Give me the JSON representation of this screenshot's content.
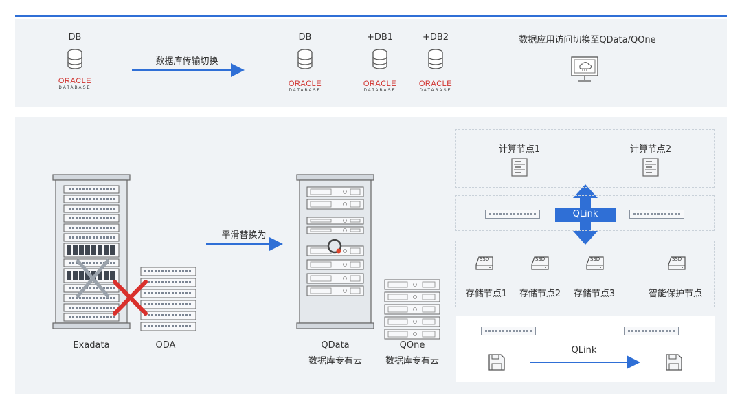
{
  "top": {
    "source_db_label": "DB",
    "transfer_label": "数据库传输切换",
    "targets": [
      {
        "label": "DB"
      },
      {
        "label": "+DB1"
      },
      {
        "label": "+DB2"
      }
    ],
    "oracle_brand": "ORACLE",
    "oracle_sub": "DATABASE",
    "access_label": "数据应用访问切换至QData/QOne"
  },
  "bottom": {
    "exadata_label": "Exadata",
    "oda_label": "ODA",
    "replace_label": "平滑替换为",
    "qdata_label_1": "QData",
    "qdata_label_2": "数据库专有云",
    "qone_label_1": "QOne",
    "qone_label_2": "数据库专有云",
    "compute_nodes": [
      "计算节点1",
      "计算节点2"
    ],
    "qlink_center": "QLink",
    "ssd_label": "SSD",
    "storage_nodes": [
      "存储节点1",
      "存储节点2",
      "存储节点3"
    ],
    "protect_node": "智能保护节点",
    "qlink_bottom": "QLink"
  },
  "colors": {
    "accent": "#2f6fd6",
    "oracle_red": "#d0312d",
    "cross_red": "#d9302c",
    "panel_bg": "#f0f3f6"
  }
}
